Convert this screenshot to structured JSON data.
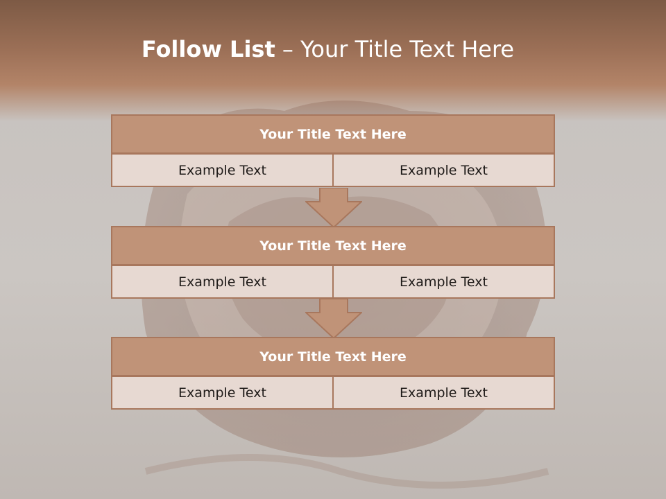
{
  "slide": {
    "title_bold": "Follow List",
    "title_rest": " – Your Title Text Here"
  },
  "stages": [
    {
      "title": "Your Title Text Here",
      "left_text": "Example Text",
      "right_text": "Example Text"
    },
    {
      "title": "Your Title Text Here",
      "left_text": "Example Text",
      "right_text": "Example Text"
    },
    {
      "title": "Your Title Text Here",
      "left_text": "Example Text",
      "right_text": "Example Text"
    }
  ],
  "colors": {
    "header_fill": "#c09378",
    "border": "#a8775d",
    "cell_fill": "#e7d9d2",
    "band_top": "#7d5a45"
  },
  "icons": {
    "connector": "down-arrow-icon",
    "background": "jeweled-ring-photo"
  }
}
